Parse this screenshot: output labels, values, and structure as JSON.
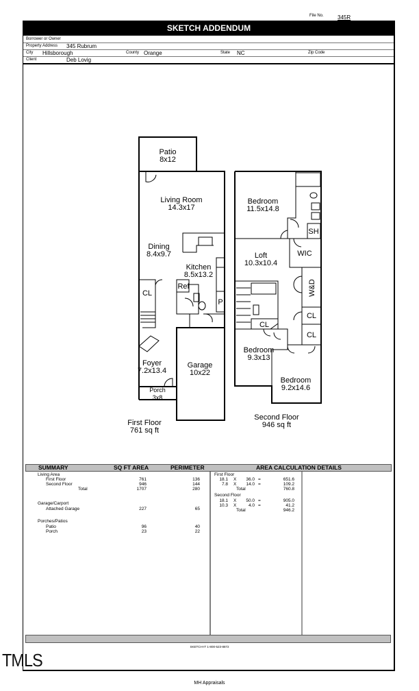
{
  "header": {
    "file_no_label": "File No.",
    "file_no": "345R",
    "title": "SKETCH ADDENDUM"
  },
  "fields": {
    "borrower_label": "Borrower or Owner",
    "borrower": "",
    "address_label": "Property Address",
    "address": "345 Rubrum",
    "city_label": "City",
    "city": "Hillsborough",
    "county_label": "County",
    "county": "Orange",
    "state_label": "State",
    "state": "NC",
    "zip_label": "Zip Code",
    "zip": "",
    "client_label": "Client",
    "client": "Deb Lovig"
  },
  "plan": {
    "first_floor": {
      "title": "First Floor",
      "area": "761 sq ft",
      "rooms": [
        {
          "name": "Patio",
          "dim": "8x12"
        },
        {
          "name": "Living Room",
          "dim": "14.3x17"
        },
        {
          "name": "Dining",
          "dim": "8.4x9.7"
        },
        {
          "name": "Kitchen",
          "dim": "8.5x13.2"
        },
        {
          "name": "Ref",
          "dim": ""
        },
        {
          "name": "CL",
          "dim": ""
        },
        {
          "name": "P",
          "dim": ""
        },
        {
          "name": "Foyer",
          "dim": "7.2x13.4"
        },
        {
          "name": "Garage",
          "dim": "10x22"
        },
        {
          "name": "Porch",
          "dim": "3x8"
        }
      ]
    },
    "second_floor": {
      "title": "Second Floor",
      "area": "946 sq ft",
      "rooms": [
        {
          "name": "Bedroom",
          "dim": "11.5x14.8"
        },
        {
          "name": "SH",
          "dim": ""
        },
        {
          "name": "Loft",
          "dim": "10.3x10.4"
        },
        {
          "name": "WIC",
          "dim": ""
        },
        {
          "name": "W&D",
          "dim": ""
        },
        {
          "name": "CL",
          "dim": ""
        },
        {
          "name": "CL",
          "dim": ""
        },
        {
          "name": "CL",
          "dim": ""
        },
        {
          "name": "Bedroom",
          "dim": "9.3x13"
        },
        {
          "name": "Bedroom",
          "dim": "9.2x14.6"
        }
      ]
    }
  },
  "summary": {
    "headers": {
      "summary": "SUMMARY",
      "area": "SQ FT AREA",
      "perimeter": "PERIMETER",
      "details": "AREA CALCULATION DETAILS"
    },
    "groups": [
      {
        "name": "Living Area",
        "rows": [
          {
            "label": "First Floor",
            "area": "761",
            "perimeter": "136"
          },
          {
            "label": "Second Floor",
            "area": "946",
            "perimeter": "144"
          },
          {
            "label": "Total",
            "area": "1707",
            "perimeter": "280"
          }
        ]
      },
      {
        "name": "Garage/Carport",
        "rows": [
          {
            "label": "Attached Garage",
            "area": "227",
            "perimeter": "65"
          }
        ]
      },
      {
        "name": "Porches/Patios",
        "rows": [
          {
            "label": "Patio",
            "area": "96",
            "perimeter": "40"
          },
          {
            "label": "Porch",
            "area": "23",
            "perimeter": "22"
          }
        ]
      }
    ],
    "details": [
      {
        "name": "First Floor",
        "rows": [
          {
            "a": "18.1",
            "x": "X",
            "b": "36.0",
            "eq": "=",
            "v": "651.6"
          },
          {
            "a": "7.8",
            "x": "X",
            "b": "14.0",
            "eq": "=",
            "v": "109.2"
          }
        ],
        "total_label": "Total",
        "total": "760.8"
      },
      {
        "name": "Second Floor",
        "rows": [
          {
            "a": "18.1",
            "x": "X",
            "b": "50.0",
            "eq": "=",
            "v": "905.0"
          },
          {
            "a": "10.3",
            "x": "X",
            "b": "4.0",
            "eq": "=",
            "v": "41.2"
          }
        ],
        "total_label": "Total",
        "total": "946.2"
      }
    ]
  },
  "footer": {
    "software": "SKETCH-IT 1-800-523-8872",
    "watermark": "TMLS",
    "company": "MH Appraisals"
  }
}
